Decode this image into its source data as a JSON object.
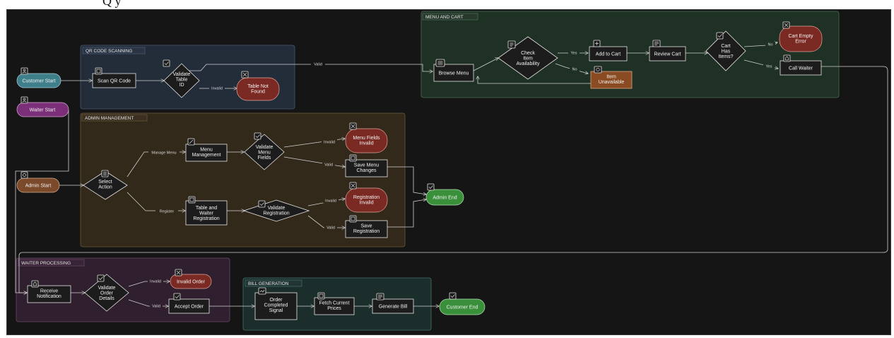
{
  "top_text": "Q                                                    y",
  "groups": {
    "qr": "QR CODE SCANNING",
    "menu_cart": "MENU AND CART",
    "admin": "ADMIN MANAGEMENT",
    "waiter": "WAITER PROCESSING",
    "bill": "BILL GENERATION"
  },
  "nodes": {
    "customer_start": [
      "Customer Start"
    ],
    "waiter_start": [
      "Waiter Start"
    ],
    "admin_start": [
      "Admin Start"
    ],
    "scan_qr": [
      "Scan QR Code"
    ],
    "validate_table": [
      "Validate",
      "Table",
      "ID"
    ],
    "table_not_found": [
      "Table Not",
      "Found"
    ],
    "browse_menu": [
      "Browse Menu"
    ],
    "check_item": [
      "Check",
      "Item",
      "Availability"
    ],
    "add_to_cart": [
      "Add to Cart"
    ],
    "item_unavailable": [
      "Item",
      "Unavailable"
    ],
    "review_cart": [
      "Review Cart"
    ],
    "cart_has_items": [
      "Cart",
      "Has",
      "Items?"
    ],
    "cart_empty": [
      "Cart Empty",
      "Error"
    ],
    "call_waiter": [
      "Call Waiter"
    ],
    "select_action": [
      "Select",
      "Action"
    ],
    "menu_management": [
      "Menu",
      "Management"
    ],
    "validate_menu": [
      "Validate",
      "Menu",
      "Fields"
    ],
    "menu_fields_invalid": [
      "Menu Fields",
      "Invalid"
    ],
    "save_menu": [
      "Save Menu",
      "Changes"
    ],
    "admin_end": [
      "Admin End"
    ],
    "table_waiter_reg": [
      "Table and",
      "Waiter",
      "Registration"
    ],
    "validate_reg": [
      "Validate",
      "Registration"
    ],
    "reg_invalid": [
      "Registration",
      "Invalid"
    ],
    "save_reg": [
      "Save",
      "Registration"
    ],
    "receive_notification": [
      "Receive",
      "Notification"
    ],
    "validate_order": [
      "Validate",
      "Order",
      "Details"
    ],
    "invalid_order": [
      "Invalid Order"
    ],
    "accept_order": [
      "Accept Order"
    ],
    "order_completed": [
      "Order",
      "Completed",
      "Signal"
    ],
    "fetch_prices": [
      "Fetch Current",
      "Prices"
    ],
    "generate_bill": [
      "Generate Bill"
    ],
    "customer_end": [
      "Customer End"
    ]
  },
  "edge_labels": {
    "valid_qr": "Valid",
    "invalid_qr": "Invalid",
    "yes_avail": "Yes",
    "no_avail": "No",
    "no_cart": "No",
    "yes_cart": "Yes",
    "manage_menu": "Manage Menu",
    "register": "Register",
    "invalid_menu": "Invalid",
    "valid_menu": "Valid",
    "invalid_reg": "Invalid",
    "valid_reg": "Valid",
    "invalid_order": "Invalid",
    "valid_order": "Valid"
  },
  "colors": {
    "background": "#151515",
    "action_node": "#1c1c1c",
    "start_customer": "#3f7f8c",
    "start_waiter": "#7a2f78",
    "start_admin": "#7a4a2a",
    "error_node": "#7a2a22",
    "unavailable_node": "#8a4a22",
    "end_node": "#3a8f3a",
    "group_qr": "#2a3342",
    "group_menu": "#25372c",
    "group_admin": "#3a3020",
    "group_waiter": "#3a2438",
    "group_bill": "#1f3533"
  }
}
